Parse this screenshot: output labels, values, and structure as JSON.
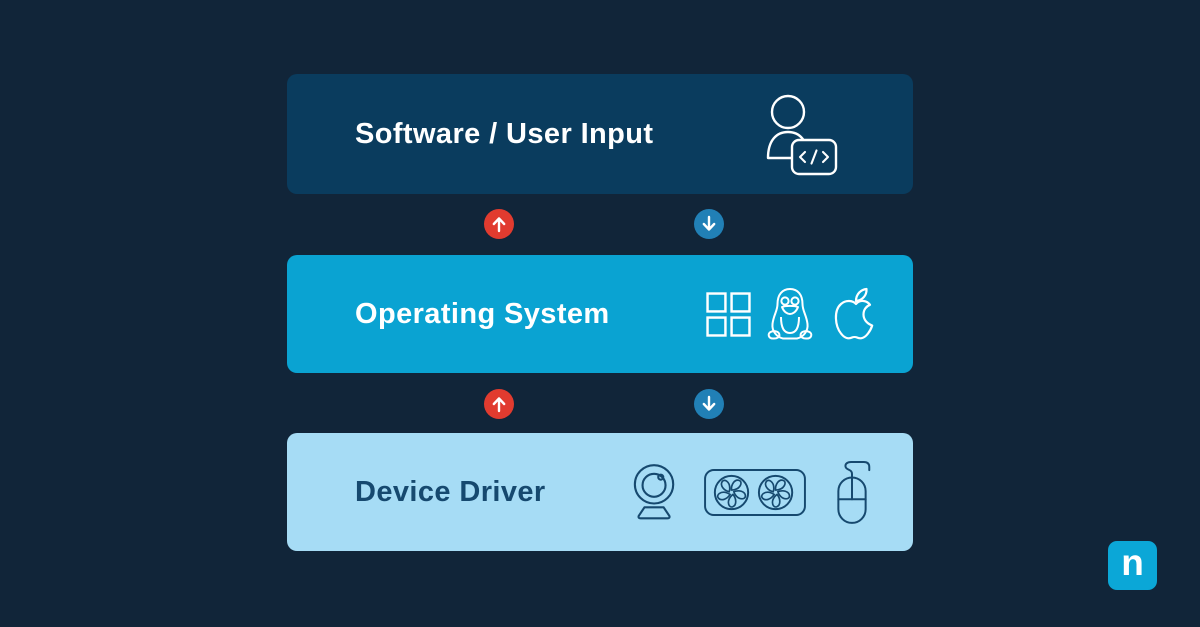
{
  "colors": {
    "background": "#112539",
    "software_box": "#0a3c5e",
    "os_box": "#0aa3d2",
    "driver_box": "#a6dcf5",
    "driver_text": "#16496f",
    "label_text": "#ffffff",
    "arrow_up": "#e13b2f",
    "arrow_down": "#2180b6",
    "logo_bg": "#0ba7d7"
  },
  "layers": [
    {
      "label": "Software / User Input",
      "icons": [
        "user-with-code-icon"
      ]
    },
    {
      "label": "Operating System",
      "icons": [
        "windows-icon",
        "linux-tux-icon",
        "apple-icon"
      ]
    },
    {
      "label": "Device Driver",
      "icons": [
        "webcam-icon",
        "gpu-icon",
        "mouse-icon"
      ]
    }
  ],
  "arrows": [
    {
      "direction": "up",
      "color": "#e13b2f"
    },
    {
      "direction": "down",
      "color": "#2180b6"
    },
    {
      "direction": "up",
      "color": "#e13b2f"
    },
    {
      "direction": "down",
      "color": "#2180b6"
    }
  ],
  "logo": {
    "letter": "n"
  }
}
